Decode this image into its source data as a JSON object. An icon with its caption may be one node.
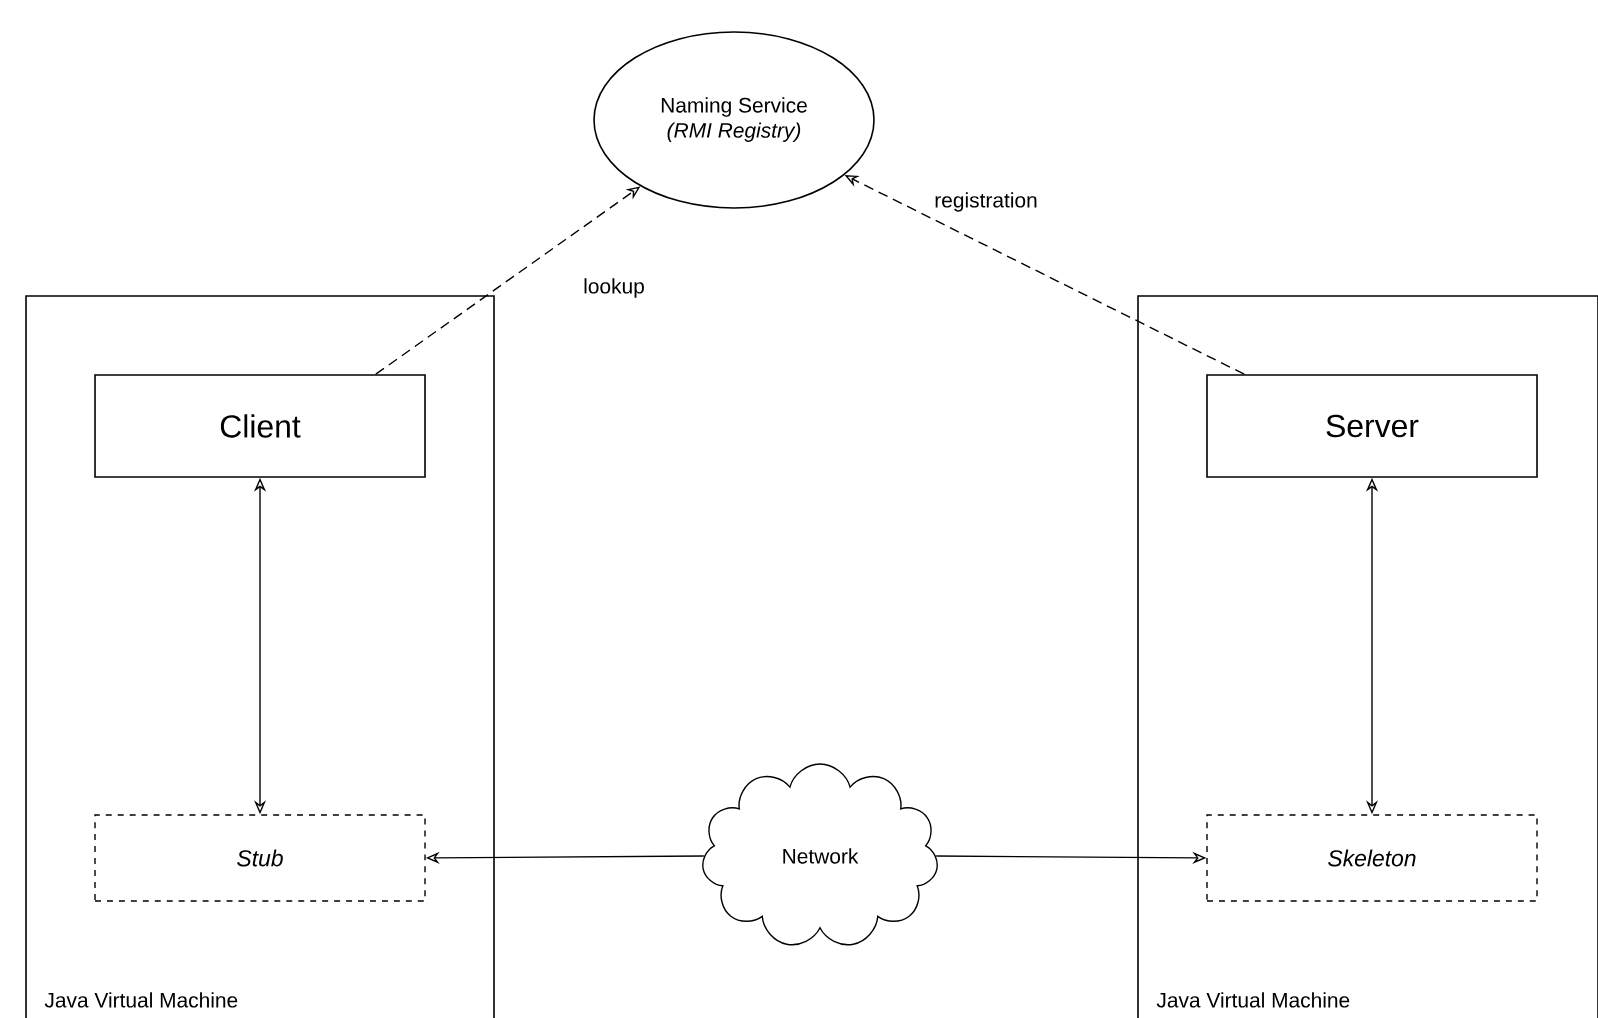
{
  "diagram": {
    "nodes": [
      {
        "text": [
          "Naming Service",
          "(RMI Registry)"
        ]
      },
      {
        "text": [
          "Java Virtual Machine"
        ]
      },
      {
        "text": [
          "Client"
        ],
        "in": 1
      },
      {
        "text": [
          "Stub"
        ],
        "in": 1
      },
      {
        "text": [
          "Java Virtual Machine"
        ]
      },
      {
        "text": [
          "Server"
        ],
        "in": 4
      },
      {
        "text": [
          "Skeleton"
        ],
        "in": 4
      },
      {
        "text": [
          "Network"
        ]
      }
    ],
    "edges": [
      {
        "from": 2,
        "to": 0,
        "arrow": "to",
        "style": "dashed",
        "label": "lookup"
      },
      {
        "from": 5,
        "to": 0,
        "arrow": "to",
        "style": "dashed",
        "label": "registration"
      },
      {
        "from": 2,
        "to": 3,
        "arrow": "both"
      },
      {
        "from": 5,
        "to": 6,
        "arrow": "both"
      },
      {
        "from": 7,
        "to": 3,
        "arrow": "to"
      },
      {
        "from": 7,
        "to": 6,
        "arrow": "to"
      }
    ]
  }
}
